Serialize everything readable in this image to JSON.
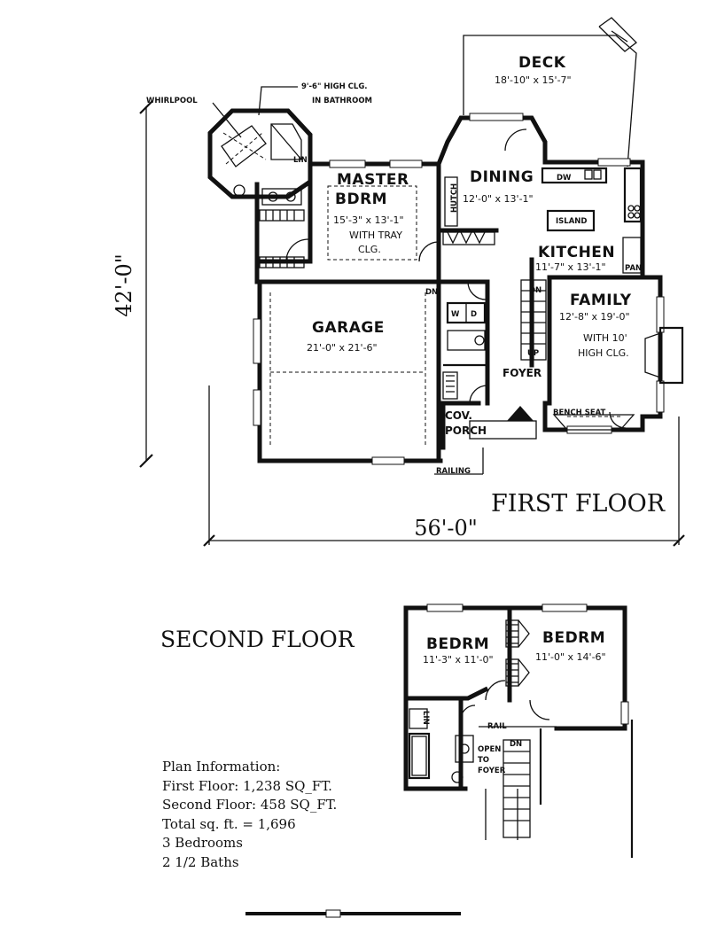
{
  "first_floor": {
    "title": "FIRST FLOOR",
    "width_dim": "56'-0\"",
    "depth_dim": "42'-0\"",
    "rooms": {
      "deck": {
        "name": "DECK",
        "size": "18'-10\" x 15'-7\""
      },
      "dining": {
        "name": "DINING",
        "size": "12'-0\" x 13'-1\""
      },
      "master": {
        "name1": "MASTER",
        "name2": "BDRM",
        "size": "15'-3\" x 13'-1\"",
        "note1": "WITH TRAY",
        "note2": "CLG."
      },
      "kitchen": {
        "name": "KITCHEN",
        "size": "11'-7\" x 13'-1\""
      },
      "family": {
        "name": "FAMILY",
        "size": "12'-8\" x 19'-0\"",
        "note1": "WITH 10'",
        "note2": "HIGH CLG."
      },
      "garage": {
        "name": "GARAGE",
        "size": "21'-0\" x 21'-6\""
      },
      "foyer": {
        "name": "FOYER"
      },
      "porch": {
        "name1": "COV.",
        "name2": "PORCH"
      }
    },
    "callouts": {
      "whirlpool": "WHIRLPOOL",
      "ceiling1": "9'-6\" HIGH CLG.",
      "ceiling2": "IN BATHROOM",
      "lin": "LIN",
      "dw": "DW",
      "hutch": "HUTCH",
      "island": "ISLAND",
      "pan": "PAN",
      "dn_laundry": "DN",
      "dn_stair": "DN",
      "up_stair": "UP",
      "bench": "BENCH SEAT",
      "railing": "RAILING",
      "washer": "W",
      "dryer": "D"
    }
  },
  "second_floor": {
    "title": "SECOND FLOOR",
    "bedroom1": {
      "name": "BEDRM",
      "size": "11'-3\" x 11'-0\""
    },
    "bedroom2": {
      "name": "BEDRM",
      "size": "11'-0\" x 14'-6\""
    },
    "callouts": {
      "lin": "LIN",
      "rail": "RAIL",
      "dn": "DN",
      "open1": "OPEN",
      "open2": "TO",
      "open3": "FOYER"
    }
  },
  "plan_info": {
    "heading": "Plan Information:",
    "first_floor": "First Floor: 1,238 SQ_FT.",
    "second_floor": "Second Floor: 458 SQ_FT.",
    "total": "Total sq. ft. = 1,696",
    "bedrooms": "3 Bedrooms",
    "baths": "2 1/2 Baths"
  }
}
